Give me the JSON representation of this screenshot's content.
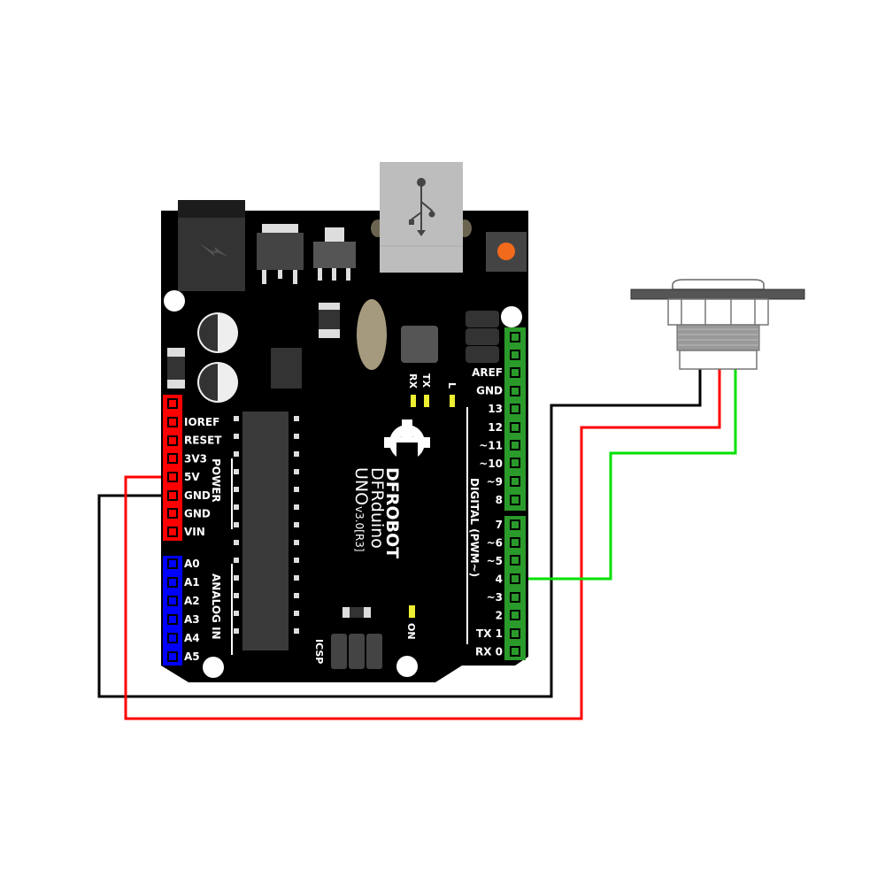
{
  "board": {
    "brand": "DFROBOT",
    "model": "DFRduino",
    "version_main": "UNO",
    "version_sub": "v3.0[R3]",
    "power_header_title": "POWER",
    "power_pins": [
      "IOREF",
      "RESET",
      "3V3",
      "5V",
      "GND",
      "GND",
      "VIN"
    ],
    "analog_header_title": "ANALOG IN",
    "analog_pins": [
      "A0",
      "A1",
      "A2",
      "A3",
      "A4",
      "A5"
    ],
    "digital_header_title": "DIGITAL (PWM~)",
    "digital_pins_upper": [
      "AREF",
      "GND",
      "13",
      "12",
      "~11",
      "~10",
      "~9",
      "8"
    ],
    "digital_pins_lower": [
      "7",
      "~6",
      "~5",
      "4",
      "~3",
      "2",
      "TX 1",
      "RX 0"
    ],
    "led_labels": [
      "RX",
      "TX",
      "L"
    ],
    "icsp_label": "ICSP",
    "on_label": "ON"
  },
  "wires": [
    {
      "name": "gnd-wire",
      "color": "#000000",
      "from": "GND",
      "to": "sensor-pin-1"
    },
    {
      "name": "5v-wire",
      "color": "#ff0000",
      "from": "5V",
      "to": "sensor-pin-2"
    },
    {
      "name": "signal-wire",
      "color": "#00e000",
      "from": "4",
      "to": "sensor-pin-3"
    }
  ],
  "colors": {
    "board": "#000000",
    "power_header": "#ff0000",
    "analog_header": "#0000ff",
    "digital_header": "#2a9a2a",
    "reset_button": "#f26a1b"
  }
}
